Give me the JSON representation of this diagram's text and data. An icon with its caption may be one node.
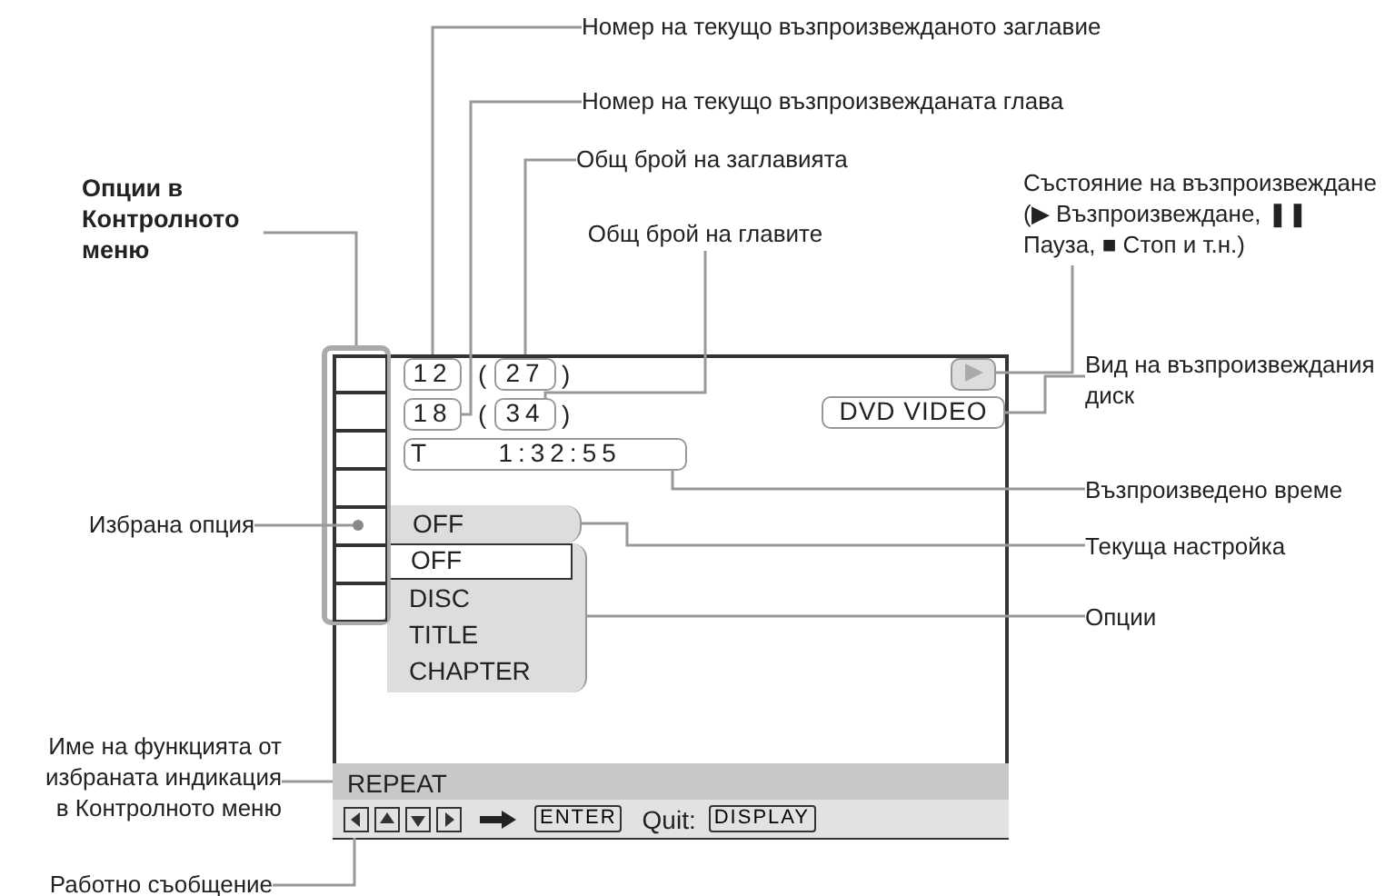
{
  "diagram": {
    "nodes": [
      {
        "text": [
          "Номер на текущо възпроизвежданото заглавие"
        ]
      },
      {
        "text": [
          "Номер на текущо възпроизвежданата глава"
        ]
      },
      {
        "text": [
          "Общ брой на заглавията"
        ]
      },
      {
        "text": [
          "Общ брой на главите"
        ]
      },
      {
        "text": [
          "Състояние на възпроизвеждане (▶ Възпроизвеждане, ❚❚ Пауза, ■ Стоп и т.н.)"
        ]
      },
      {
        "text": [
          "Вид на възпроизвеждания диск"
        ]
      },
      {
        "text": [
          "Възпроизведено време"
        ]
      },
      {
        "text": [
          "Текуща настройка"
        ]
      },
      {
        "text": [
          "Опции"
        ]
      },
      {
        "text": [
          "Опции в Контролното меню"
        ]
      },
      {
        "text": [
          "Избрана опция"
        ]
      },
      {
        "text": [
          "Име на функцията от избраната индикация в Контролното меню"
        ]
      },
      {
        "text": [
          "Работно съобщение"
        ]
      },
      {
        "text": [],
        "shape": "box"
      },
      {
        "text": [
          "12"
        ],
        "in": 13
      },
      {
        "text": [
          "27"
        ],
        "in": 13
      },
      {
        "text": [
          "18"
        ],
        "in": 13
      },
      {
        "text": [
          "34"
        ],
        "in": 13
      },
      {
        "text": [
          "T 1:32:55"
        ],
        "in": 13
      },
      {
        "text": [],
        "shape": "box",
        "in": 13
      },
      {
        "text": [
          "DVD VIDEO"
        ],
        "in": 13
      },
      {
        "text": [],
        "shape": "box"
      },
      {
        "text": [],
        "shape": "circle",
        "in": 21
      },
      {
        "text": [
          "OFF"
        ],
        "in": 13
      },
      {
        "text": [
          "OFF",
          "DISC",
          "TITLE",
          "CHAPTER"
        ],
        "in": 13
      },
      {
        "text": [
          "REPEAT"
        ],
        "in": 13
      },
      {
        "text": [
          "ENTER",
          "Quit:",
          "DISPLAY"
        ],
        "in": 13
      }
    ],
    "edges": [
      {
        "from": 0,
        "to": 14,
        "arrow": "none"
      },
      {
        "from": 1,
        "to": 16,
        "arrow": "none"
      },
      {
        "from": 2,
        "to": 15,
        "arrow": "none"
      },
      {
        "from": 3,
        "to": 17,
        "arrow": "none"
      },
      {
        "from": 4,
        "to": 19,
        "arrow": "none"
      },
      {
        "from": 5,
        "to": 20,
        "arrow": "none"
      },
      {
        "from": 6,
        "to": 18,
        "arrow": "none"
      },
      {
        "from": 7,
        "to": 23,
        "arrow": "none"
      },
      {
        "from": 8,
        "to": 24,
        "arrow": "none"
      },
      {
        "from": 9,
        "to": 21,
        "arrow": "none"
      },
      {
        "from": 10,
        "to": 22,
        "arrow": "none"
      },
      {
        "from": 11,
        "to": 25,
        "arrow": "none"
      },
      {
        "from": 12,
        "to": 26,
        "arrow": "none"
      }
    ],
    "labels": [
      "(",
      ")",
      "(",
      ")"
    ]
  }
}
